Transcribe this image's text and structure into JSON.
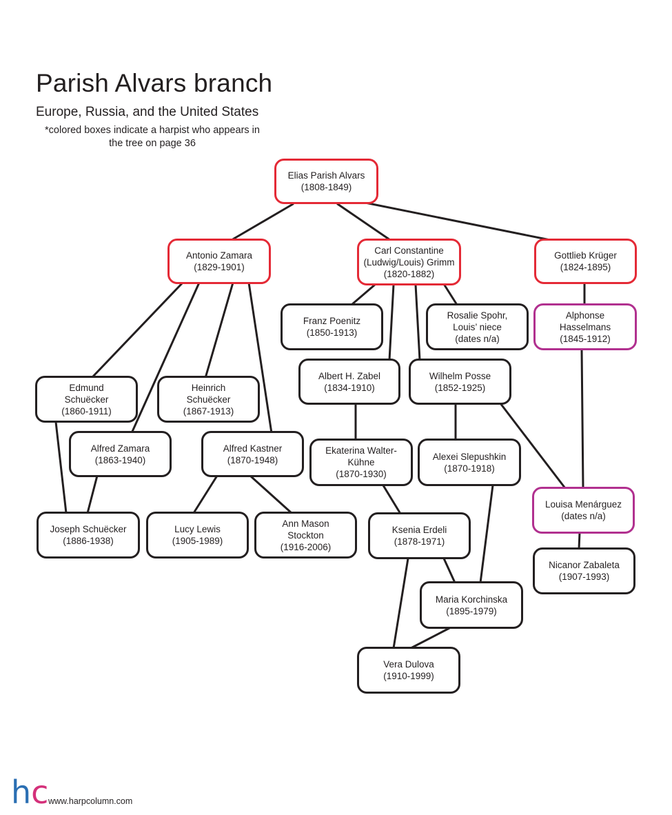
{
  "header": {
    "title": "Parish Alvars branch",
    "subtitle": "Europe, Russia, and the United States",
    "note": "*colored boxes indicate a harpist who appears in the tree on page 36"
  },
  "colors": {
    "red": "#e42a36",
    "magenta": "#b1308f",
    "default": "#231f20"
  },
  "nodes": {
    "elias": {
      "name": "Elias Parish Alvars",
      "dates": "(1808-1849)",
      "color": "red"
    },
    "antonio": {
      "name": "Antonio Zamara",
      "dates": "(1829-1901)",
      "color": "red"
    },
    "carl": {
      "name": "Carl Constantine\n(Ludwig/Louis) Grimm",
      "dates": "(1820-1882)",
      "color": "red"
    },
    "gottlieb": {
      "name": "Gottlieb Krüger",
      "dates": "(1824-1895)",
      "color": "red"
    },
    "franz": {
      "name": "Franz Poenitz",
      "dates": "(1850-1913)",
      "color": "default"
    },
    "rosalie": {
      "name": "Rosalie Spohr,\nLouis’ niece",
      "dates": "(dates n/a)",
      "color": "default"
    },
    "alphonse": {
      "name": "Alphonse\nHasselmans",
      "dates": "(1845-1912)",
      "color": "magenta"
    },
    "albert": {
      "name": "Albert H. Zabel",
      "dates": "(1834-1910)",
      "color": "default"
    },
    "wilhelm": {
      "name": "Wilhelm Posse",
      "dates": "(1852-1925)",
      "color": "default"
    },
    "edmund": {
      "name": "Edmund\nSchuëcker",
      "dates": "(1860-1911)",
      "color": "default"
    },
    "heinrich": {
      "name": "Heinrich\nSchuëcker",
      "dates": "(1867-1913)",
      "color": "default"
    },
    "alfredz": {
      "name": "Alfred Zamara",
      "dates": "(1863-1940)",
      "color": "default"
    },
    "alfredk": {
      "name": "Alfred Kastner",
      "dates": "(1870-1948)",
      "color": "default"
    },
    "ekaterina": {
      "name": "Ekaterina Walter-\nKühne",
      "dates": "(1870-1930)",
      "color": "default"
    },
    "alexei": {
      "name": "Alexei Slepushkin",
      "dates": "(1870-1918)",
      "color": "default"
    },
    "louisa": {
      "name": "Louisa Menárguez",
      "dates": "(dates n/a)",
      "color": "magenta"
    },
    "joseph": {
      "name": "Joseph Schuëcker",
      "dates": "(1886-1938)",
      "color": "default"
    },
    "lucy": {
      "name": "Lucy Lewis",
      "dates": "(1905-1989)",
      "color": "default"
    },
    "ann": {
      "name": "Ann Mason\nStockton",
      "dates": "(1916-2006)",
      "color": "default"
    },
    "ksenia": {
      "name": "Ksenia Erdeli",
      "dates": "(1878-1971)",
      "color": "default"
    },
    "nicanor": {
      "name": "Nicanor Zabaleta",
      "dates": "(1907-1993)",
      "color": "default"
    },
    "maria": {
      "name": "Maria Korchinska",
      "dates": "(1895-1979)",
      "color": "default"
    },
    "vera": {
      "name": "Vera Dulova",
      "dates": "(1910-1999)",
      "color": "default"
    }
  },
  "edges": [
    [
      "elias",
      "antonio"
    ],
    [
      "elias",
      "carl"
    ],
    [
      "elias",
      "gottlieb"
    ],
    [
      "antonio",
      "edmund"
    ],
    [
      "antonio",
      "alfredz"
    ],
    [
      "antonio",
      "heinrich"
    ],
    [
      "antonio",
      "alfredk"
    ],
    [
      "carl",
      "franz"
    ],
    [
      "carl",
      "albert"
    ],
    [
      "carl",
      "wilhelm"
    ],
    [
      "carl",
      "rosalie"
    ],
    [
      "gottlieb",
      "alphonse"
    ],
    [
      "alphonse",
      "louisa"
    ],
    [
      "wilhelm",
      "louisa"
    ],
    [
      "wilhelm",
      "alexei"
    ],
    [
      "albert",
      "ekaterina"
    ],
    [
      "ekaterina",
      "ksenia"
    ],
    [
      "edmund",
      "joseph"
    ],
    [
      "alfredz",
      "joseph"
    ],
    [
      "alfredk",
      "lucy"
    ],
    [
      "alfredk",
      "ann"
    ],
    [
      "ksenia",
      "maria"
    ],
    [
      "ksenia",
      "vera"
    ],
    [
      "alexei",
      "maria"
    ],
    [
      "maria",
      "vera"
    ],
    [
      "louisa",
      "nicanor"
    ]
  ],
  "footer": {
    "logo_h": "h",
    "logo_c": "c",
    "url": "www.harpcolumn.com"
  }
}
